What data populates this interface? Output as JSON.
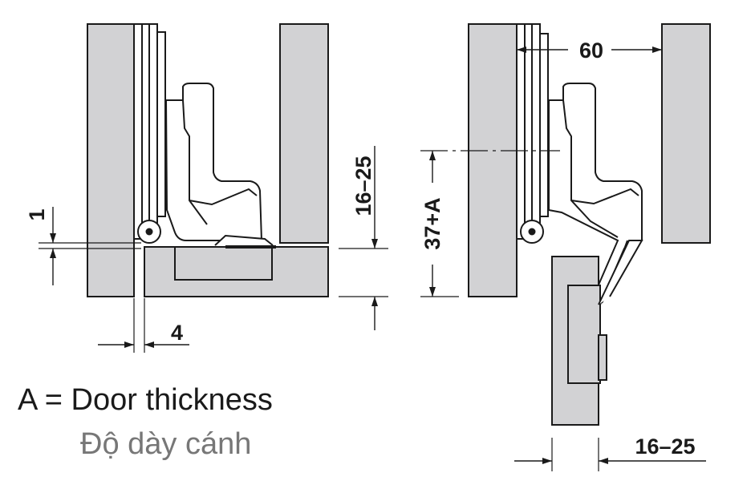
{
  "dimensions": {
    "overlay_offset": "1",
    "door_thickness_range_left": "16–25",
    "gap": "4",
    "clearance": "60",
    "height_formula": "37+A",
    "door_thickness_range_right": "16–25"
  },
  "legend": {
    "definition": "A = Door thickness",
    "translation": "Độ dày cánh"
  },
  "colors": {
    "panel_fill": "#d2d2d4",
    "line": "#1a1a1a",
    "translation_text": "#777777"
  }
}
